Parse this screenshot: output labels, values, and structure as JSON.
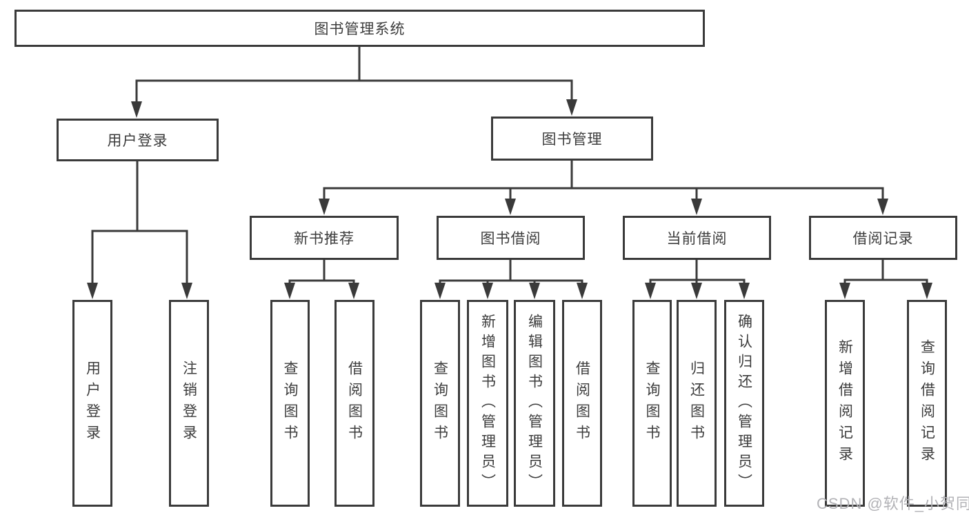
{
  "colors": {
    "line": "#3a3a3a",
    "text": "#3c3c3c",
    "box_bg": "#ffffff",
    "watermark": "#b2b2b6"
  },
  "watermark": {
    "text": "CSDN @软件_小贺同学"
  },
  "tree": {
    "root": {
      "label": "图书管理系统"
    },
    "branches": [
      {
        "label": "用户登录",
        "children": [
          {
            "label": "用户登录"
          },
          {
            "label": "注销登录"
          }
        ]
      },
      {
        "label": "图书管理",
        "children": [
          {
            "label": "新书推荐",
            "children": [
              {
                "label": "查询图书"
              },
              {
                "label": "借阅图书"
              }
            ]
          },
          {
            "label": "图书借阅",
            "children": [
              {
                "label": "查询图书"
              },
              {
                "label": "新增图书（管理员）"
              },
              {
                "label": "编辑图书（管理员）"
              },
              {
                "label": "借阅图书"
              }
            ]
          },
          {
            "label": "当前借阅",
            "children": [
              {
                "label": "查询图书"
              },
              {
                "label": "归还图书"
              },
              {
                "label": "确认归还（管理员）"
              }
            ]
          },
          {
            "label": "借阅记录",
            "children": [
              {
                "label": "新增借阅记录"
              },
              {
                "label": "查询借阅记录"
              }
            ]
          }
        ]
      }
    ]
  }
}
